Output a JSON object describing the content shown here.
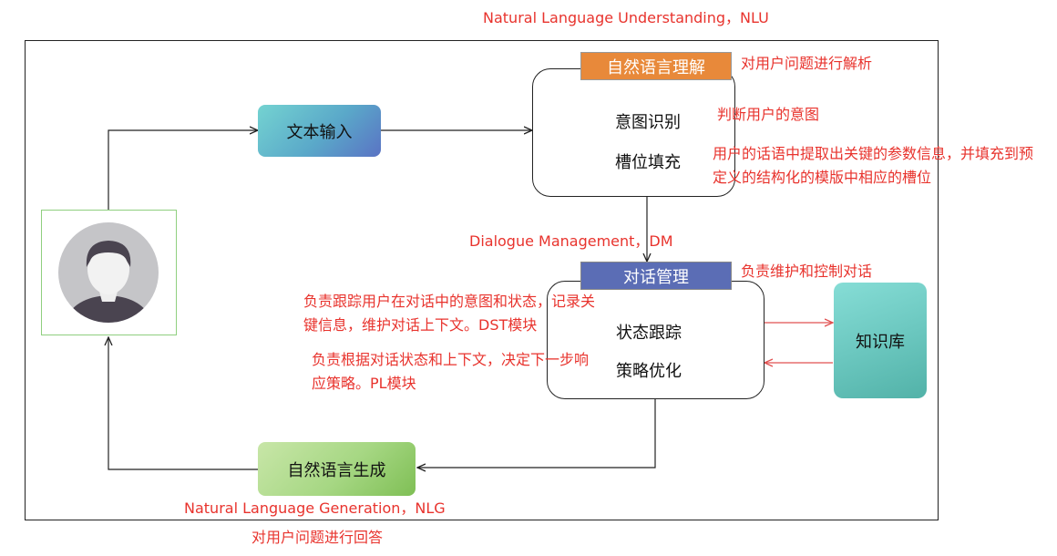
{
  "labels": {
    "nlu_full": "Natural Language Understanding，NLU",
    "dm_full": "Dialogue Management，DM",
    "nlg_full": "Natural Language Generation，NLG",
    "nlu_desc": "对用户问题进行解析",
    "intent_desc": "判断用户的意图",
    "slot_desc": "用户的话语中提取出关键的参数信息，并填充到预定义的结构化的模版中相应的槽位",
    "dm_desc": "负责维护和控制对话",
    "dst_desc": "负责跟踪用户在对话中的意图和状态，记录关键信息，维护对话上下文。DST模块",
    "pl_desc": "负责根据对话状态和上下文，决定下一步响应策略。PL模块",
    "nlg_desc": "对用户问题进行回答"
  },
  "nodes": {
    "text_input": "文本输入",
    "nlu": "自然语言理解",
    "intent": "意图识别",
    "slot": "槽位填充",
    "dm": "对话管理",
    "state_tracking": "状态跟踪",
    "policy": "策略优化",
    "kb": "知识库",
    "nlg": "自然语言生成"
  },
  "colors": {
    "annotation": "#e8332d",
    "nlu_tag": "#e8893a",
    "dm_tag": "#5b6db5",
    "user_border": "#8fcf7f"
  },
  "icons": {
    "user": "user-avatar-icon"
  }
}
